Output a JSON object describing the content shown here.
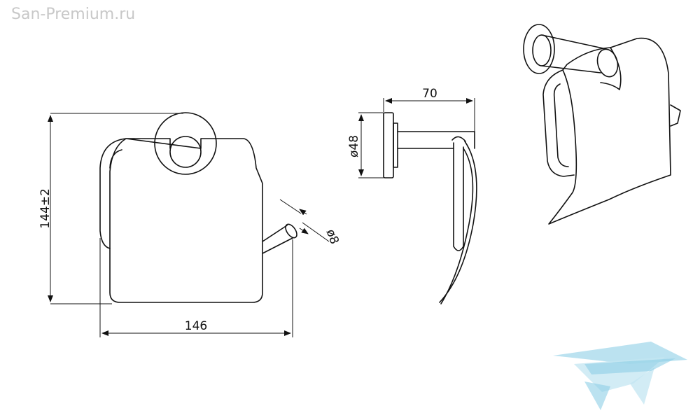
{
  "watermark": "San-Premium.ru",
  "dimensions": {
    "height": "144±2",
    "width": "146",
    "depth": "70",
    "rosette_diameter": "ø48",
    "rod_diameter": "ø8"
  },
  "logo": {
    "primary_color": "#8ecfe6",
    "secondary_color": "#c3e6f2"
  }
}
